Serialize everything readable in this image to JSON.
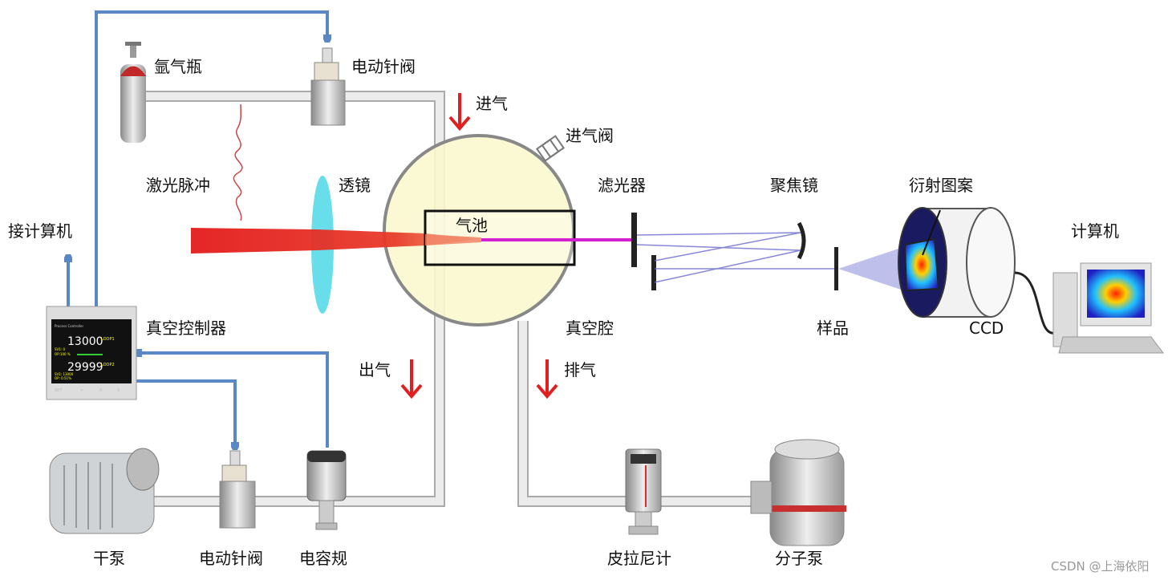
{
  "labels": {
    "argon_bottle": "氩气瓶",
    "needle_valve_top": "电动针阀",
    "gas_in": "进气",
    "inlet_valve": "进气阀",
    "laser_pulse": "激光脉冲",
    "lens": "透镜",
    "gas_cell": "气池",
    "filter": "滤光器",
    "focusing_mirror": "聚焦镜",
    "diffraction_pattern": "衍射图案",
    "computer_right": "计算机",
    "computer_left": "接计算机",
    "vacuum_controller": "真空控制器",
    "vacuum_chamber": "真空腔",
    "sample": "样品",
    "ccd": "CCD",
    "gas_out": "出气",
    "exhaust": "排气",
    "dry_pump": "干泵",
    "needle_valve_bottom": "电动针阀",
    "capacitance_gauge": "电容规",
    "pirani_gauge": "皮拉尼计",
    "molecular_pump": "分子泵"
  },
  "controller_screen": {
    "title": "Process Controller",
    "value1": "13000",
    "loop1": "LOOP1",
    "sv1": "SV1: 0",
    "op1": "OP:100 %",
    "value2": "29999",
    "loop2": "LOOP2",
    "sv2": "SV1: 13000",
    "op2": "OP: 0.51%",
    "buttons": [
      "SET",
      ">",
      "A",
      "V"
    ]
  },
  "watermark": "CSDN @上海依阳",
  "colors": {
    "control_arrow": "#5b87c5",
    "flow_arrow": "#e02020",
    "pipe": "#e6e6e6",
    "chamber": "#fbf8cf",
    "laser": "#e31b1b",
    "harmonic": "#d020d0",
    "lens": "#4fd8e8"
  }
}
